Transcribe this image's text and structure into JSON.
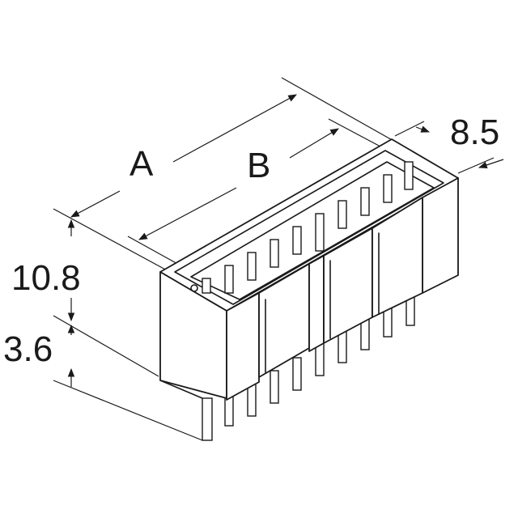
{
  "dimensions": {
    "A": "A",
    "B": "B",
    "width": "8.5",
    "height": "10.8",
    "pin_length": "3.6"
  },
  "pin_count_visible": 10
}
